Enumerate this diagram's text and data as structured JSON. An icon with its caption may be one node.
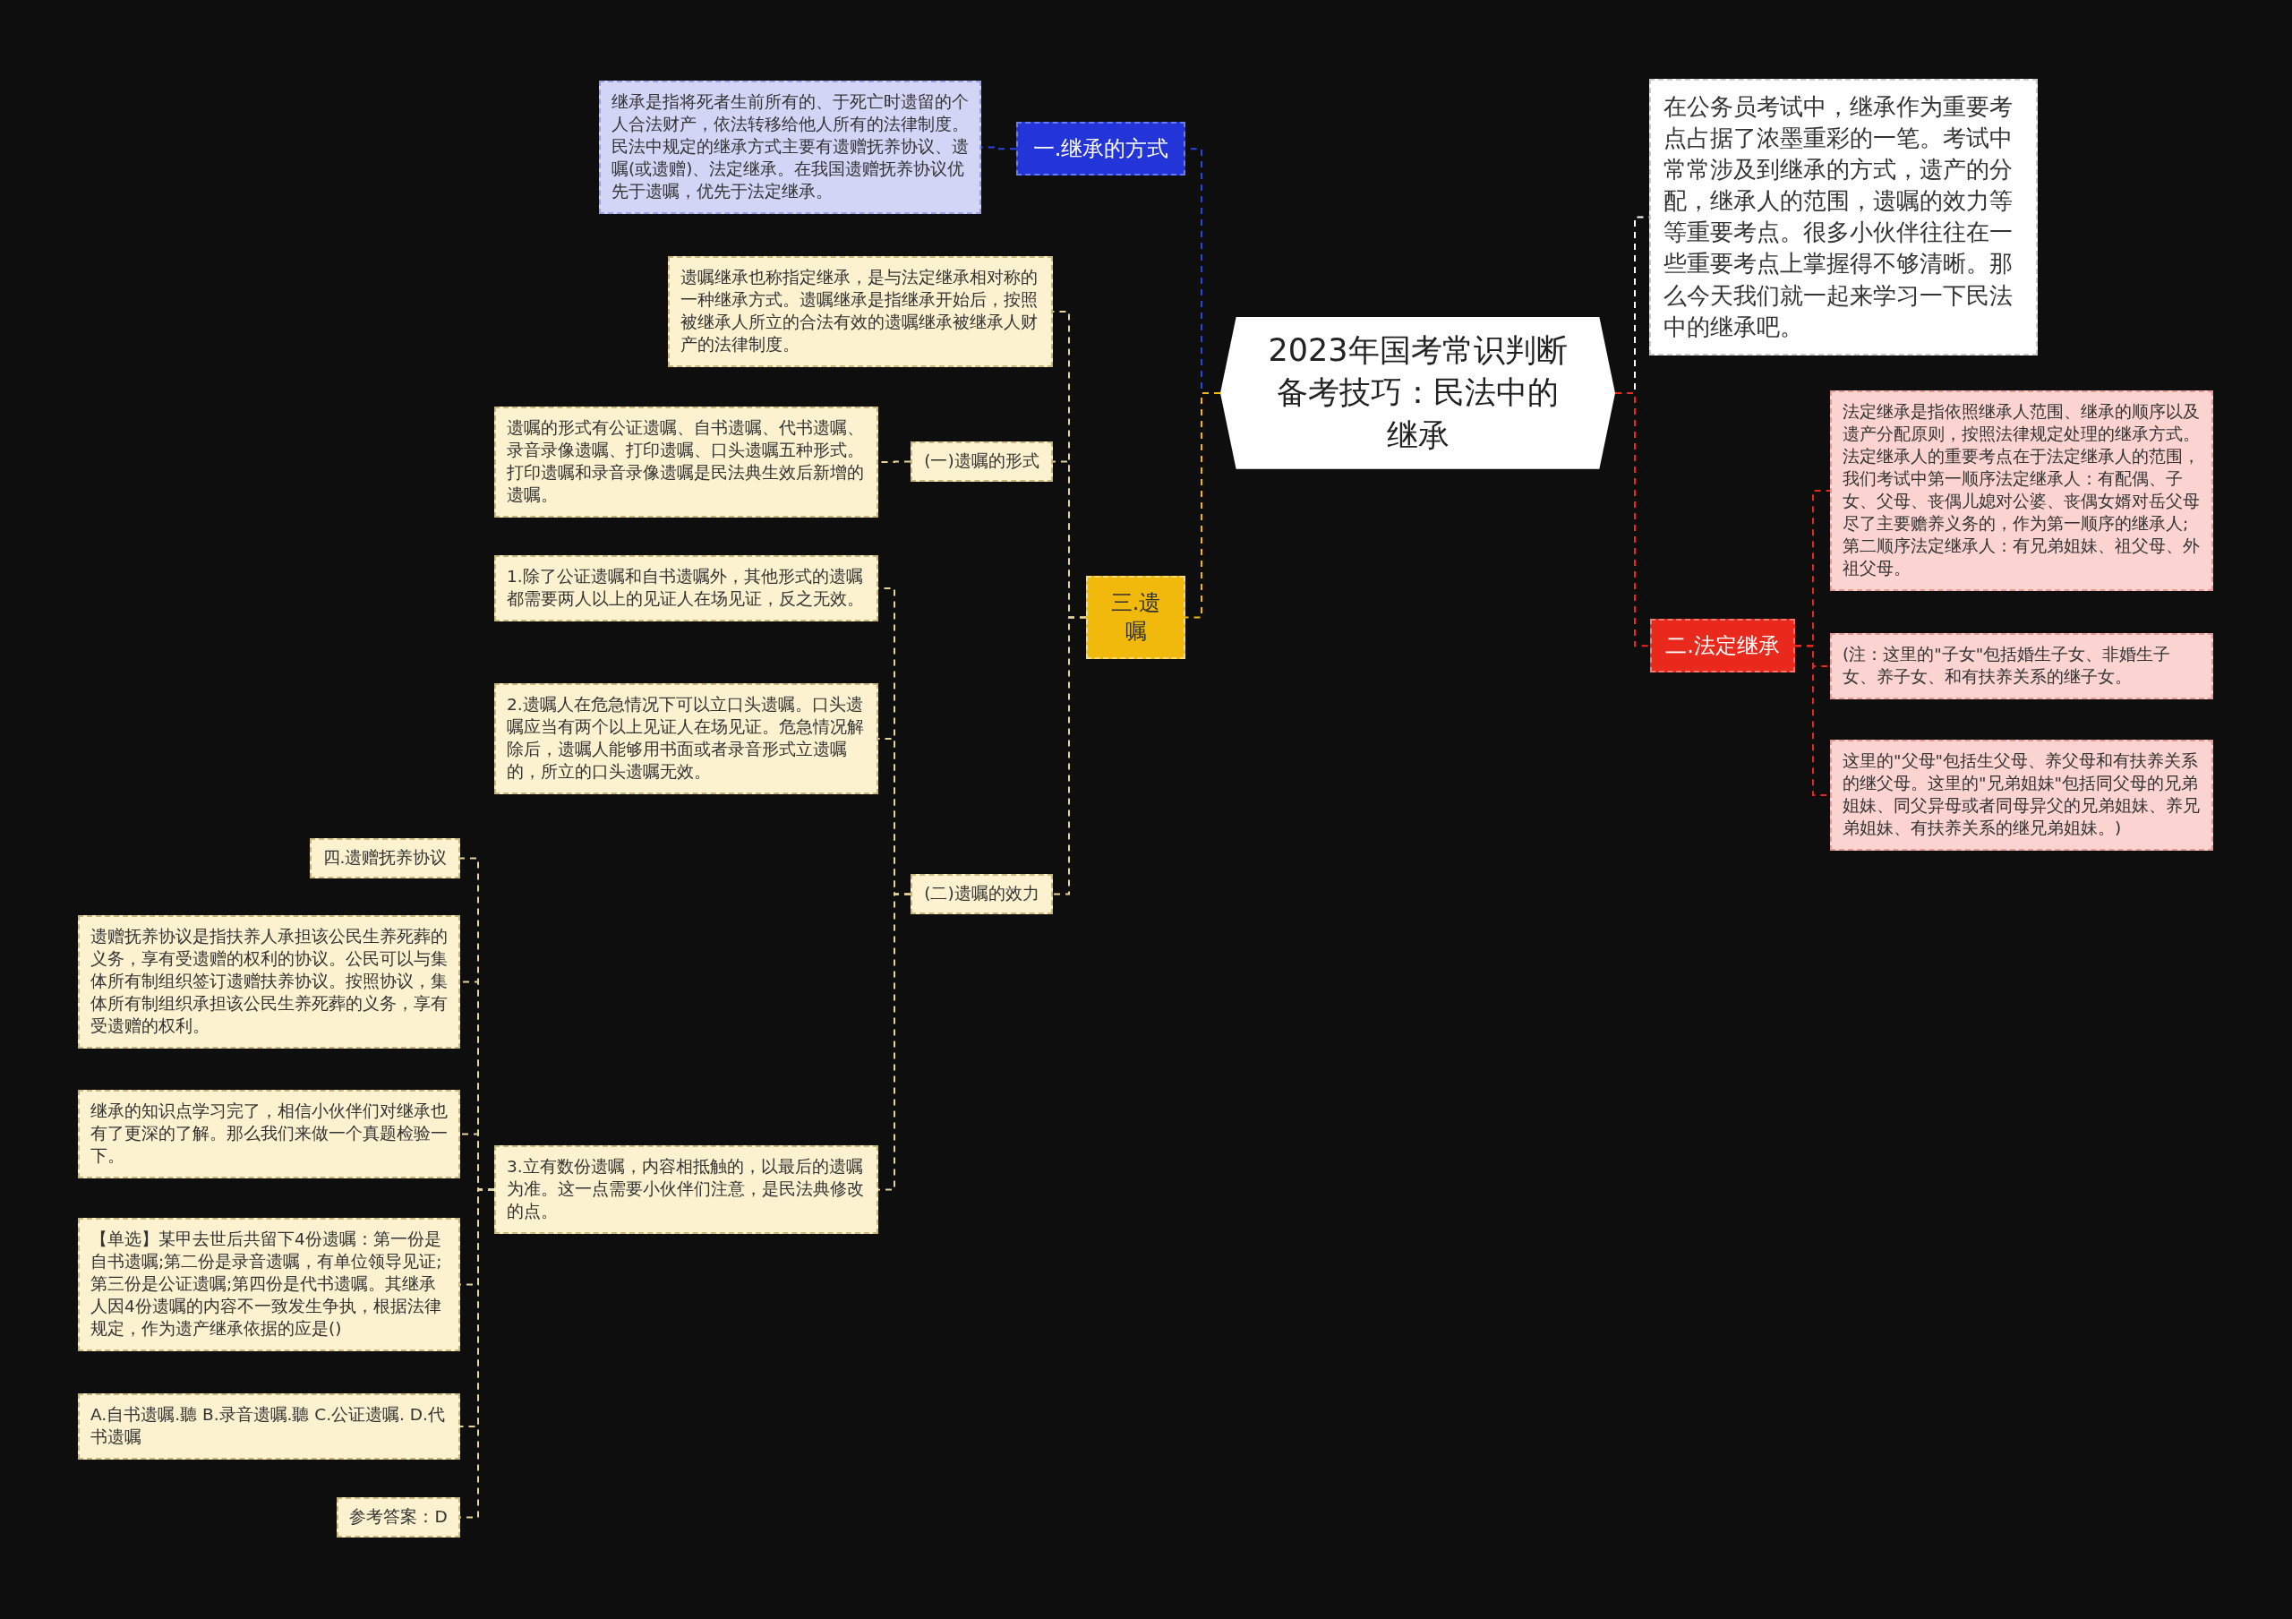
{
  "diagram": {
    "nodes": [
      {
        "text": [
          "2023年国考常识判断备考技巧：民法中的继承"
        ]
      },
      {
        "text": [
          "一.继承的方式"
        ]
      },
      {
        "text": [
          "继承是指将死者生前所有的、于死亡时遗留的个人合法财产，依法转移给他人所有的法律制度。民法中规定的继承方式主要有遗赠抚养协议、遗嘱(或遗赠)、法定继承。在我国遗赠抚养协议优先于遗嘱，优先于法定继承。"
        ]
      },
      {
        "text": [
          "三.遗嘱"
        ]
      },
      {
        "text": [
          "遗嘱继承也称指定继承，是与法定继承相对称的一种继承方式。遗嘱继承是指继承开始后，按照被继承人所立的合法有效的遗嘱继承被继承人财产的法律制度。"
        ]
      },
      {
        "text": [
          "(一)遗嘱的形式"
        ]
      },
      {
        "text": [
          "遗嘱的形式有公证遗嘱、自书遗嘱、代书遗嘱、录音录像遗嘱、打印遗嘱、口头遗嘱五种形式。打印遗嘱和录音录像遗嘱是民法典生效后新增的遗嘱。"
        ]
      },
      {
        "text": [
          "(二)遗嘱的效力"
        ]
      },
      {
        "text": [
          "1.除了公证遗嘱和自书遗嘱外，其他形式的遗嘱都需要两人以上的见证人在场见证，反之无效。"
        ]
      },
      {
        "text": [
          "2.遗嘱人在危急情况下可以立口头遗嘱。口头遗嘱应当有两个以上见证人在场见证。危急情况解除后，遗嘱人能够用书面或者录音形式立遗嘱的，所立的口头遗嘱无效。"
        ]
      },
      {
        "text": [
          "3.立有数份遗嘱，内容相抵触的，以最后的遗嘱为准。这一点需要小伙伴们注意，是民法典修改的点。"
        ]
      },
      {
        "text": [
          "四.遗赠抚养协议"
        ]
      },
      {
        "text": [
          "遗赠抚养协议是指扶养人承担该公民生养死葬的义务，享有受遗赠的权利的协议。公民可以与集体所有制组织签订遗赠扶养协议。按照协议，集体所有制组织承担该公民生养死葬的义务，享有受遗赠的权利。"
        ]
      },
      {
        "text": [
          "继承的知识点学习完了，相信小伙伴们对继承也有了更深的了解。那么我们来做一个真题检验一下。"
        ]
      },
      {
        "text": [
          "【单选】某甲去世后共留下4份遗嘱：第一份是自书遗嘱;第二份是录音遗嘱，有单位领导见证;第三份是公证遗嘱;第四份是代书遗嘱。其继承人因4份遗嘱的内容不一致发生争执，根据法律规定，作为遗产继承依据的应是()"
        ]
      },
      {
        "text": [
          "A.自书遗嘱.聽 B.录音遗嘱.聽 C.公证遗嘱. D.代书遗嘱"
        ]
      },
      {
        "text": [
          "参考答案：D"
        ]
      },
      {
        "text": [
          "在公务员考试中，继承作为重要考点占据了浓墨重彩的一笔。考试中常常涉及到继承的方式，遗产的分配，继承人的范围，遗嘱的效力等等重要考点。很多小伙伴往往在一些重要考点上掌握得不够清晰。那么今天我们就一起来学习一下民法中的继承吧。"
        ]
      },
      {
        "text": [
          "二.法定继承"
        ]
      },
      {
        "text": [
          "法定继承是指依照继承人范围、继承的顺序以及遗产分配原则，按照法律规定处理的继承方式。法定继承人的重要考点在于法定继承人的范围，我们考试中第一顺序法定继承人：有配偶、子女、父母、丧偶儿媳对公婆、丧偶女婿对岳父母尽了主要赡养义务的，作为第一顺序的继承人;第二顺序法定继承人：有兄弟姐妹、祖父母、外祖父母。"
        ]
      },
      {
        "text": [
          "(注：这里的\"子女\"包括婚生子女、非婚生子女、养子女、和有扶养关系的继子女。"
        ]
      },
      {
        "text": [
          "这里的\"父母\"包括生父母、养父母和有扶养关系的继父母。这里的\"兄弟姐妹\"包括同父母的兄弟姐妹、同父异母或者同母异父的兄弟姐妹、养兄弟姐妹、有扶养关系的继兄弟姐妹。)"
        ]
      }
    ],
    "edges": [
      {
        "from": 0,
        "to": 1,
        "arrow": "none",
        "style": "dashed",
        "color": "#2b44e0"
      },
      {
        "from": 1,
        "to": 2,
        "arrow": "none",
        "style": "dashed",
        "color": "#2b44e0"
      },
      {
        "from": 0,
        "to": 3,
        "arrow": "none",
        "style": "dashed",
        "color": "#f0b90b"
      },
      {
        "from": 3,
        "to": 4,
        "arrow": "none",
        "style": "dashed"
      },
      {
        "from": 3,
        "to": 5,
        "arrow": "none",
        "style": "dashed"
      },
      {
        "from": 5,
        "to": 6,
        "arrow": "none",
        "style": "dashed"
      },
      {
        "from": 3,
        "to": 7,
        "arrow": "none",
        "style": "dashed"
      },
      {
        "from": 7,
        "to": 8,
        "arrow": "none",
        "style": "dashed"
      },
      {
        "from": 7,
        "to": 9,
        "arrow": "none",
        "style": "dashed"
      },
      {
        "from": 7,
        "to": 10,
        "arrow": "none",
        "style": "dashed"
      },
      {
        "from": 10,
        "to": 11,
        "arrow": "none",
        "style": "dashed"
      },
      {
        "from": 10,
        "to": 12,
        "arrow": "none",
        "style": "dashed"
      },
      {
        "from": 10,
        "to": 13,
        "arrow": "none",
        "style": "dashed"
      },
      {
        "from": 10,
        "to": 14,
        "arrow": "none",
        "style": "dashed"
      },
      {
        "from": 10,
        "to": 15,
        "arrow": "none",
        "style": "dashed"
      },
      {
        "from": 10,
        "to": 16,
        "arrow": "none",
        "style": "dashed"
      },
      {
        "from": 0,
        "to": 17,
        "arrow": "none",
        "style": "dashed",
        "color": "#ffffff"
      },
      {
        "from": 0,
        "to": 18,
        "arrow": "none",
        "style": "dashed",
        "color": "#e8291c"
      },
      {
        "from": 18,
        "to": 19,
        "arrow": "none",
        "style": "dashed",
        "color": "#e8291c"
      },
      {
        "from": 18,
        "to": 20,
        "arrow": "none",
        "style": "dashed",
        "color": "#e8291c"
      },
      {
        "from": 18,
        "to": 21,
        "arrow": "none",
        "style": "dashed",
        "color": "#e8291c"
      }
    ]
  }
}
